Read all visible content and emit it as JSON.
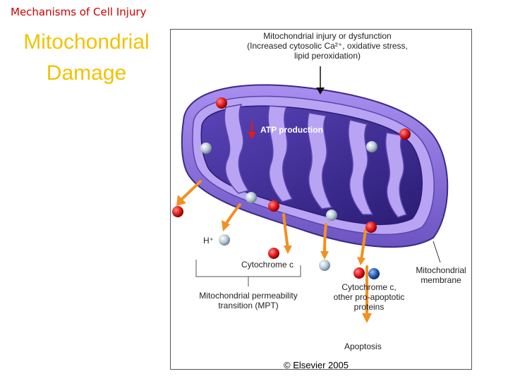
{
  "header": {
    "section": "Mechanisms of Cell Injury",
    "title": "Mitochondrial Damage"
  },
  "figure": {
    "injury_label_line1": "Mitochondrial injury or dysfunction",
    "injury_label_line2": "(Increased cytosolic Ca²⁺, oxidative stress,",
    "injury_label_line3": "lipid peroxidation)",
    "atp_label": "ATP production",
    "hplus_label": "H⁺",
    "cytochrome_label": "Cytochrome c",
    "mpt_line1": "Mitochondrial permeability",
    "mpt_line2": "transition (MPT)",
    "cyto_other_line1": "Cytochrome c,",
    "cyto_other_line2": "other pro-apoptotic",
    "cyto_other_line3": "proteins",
    "membrane_line1": "Mitochondrial",
    "membrane_line2": "membrane",
    "apoptosis_label": "Apoptosis",
    "copyright": "© Elsevier 2005"
  },
  "colors": {
    "header": "#cc0000",
    "title": "#f2c200",
    "membrane_outer": "#8a6fd6",
    "matrix": "#3b2a8f",
    "arrow_orange": "#f29022",
    "red_dot": "#e21b1b",
    "gray_dot": "#b8cad6",
    "blue_dot": "#2460b8"
  }
}
